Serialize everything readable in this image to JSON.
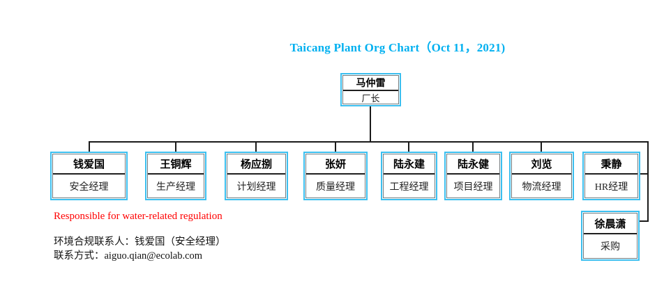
{
  "title": "Taicang Plant Org Chart（Oct 11，2021)",
  "root": {
    "name": "马仲雷",
    "role": "厂长"
  },
  "managers": [
    {
      "name": "钱爱国",
      "role": "安全经理"
    },
    {
      "name": "王铜辉",
      "role": "生产经理"
    },
    {
      "name": "杨应捌",
      "role": "计划经理"
    },
    {
      "name": "张妍",
      "role": "质量经理"
    },
    {
      "name": "陆永建",
      "role": "工程经理"
    },
    {
      "name": "陆永健",
      "role": "项目经理"
    },
    {
      "name": "刘览",
      "role": "物流经理"
    },
    {
      "name": "秉静",
      "role": "HR经理"
    }
  ],
  "subordinate": {
    "name": "徐晨潇",
    "role": "采购"
  },
  "notes": {
    "regulation": "Responsible for water-related regulation",
    "contact_person": "环境合规联系人：钱爱国（安全经理）",
    "contact_method": "联系方式：aiguo.qian@ecolab.com"
  },
  "colors": {
    "title": "#00b0f0",
    "box_border": "#3bbfef",
    "connector": "#1a1a1a",
    "note_red": "#ff0000"
  }
}
